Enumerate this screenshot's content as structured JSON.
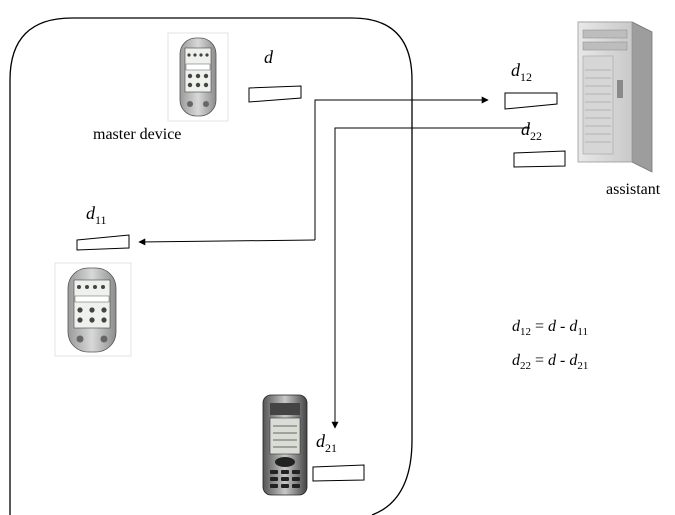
{
  "devices": {
    "master_label": "master device",
    "assistant_label": "assistant"
  },
  "blocks": {
    "master": {
      "symbol": "d",
      "sub": ""
    },
    "assistant_top": {
      "symbol": "d",
      "sub": "12"
    },
    "assistant_bottom": {
      "symbol": "d",
      "sub": "22"
    },
    "pda": {
      "symbol": "d",
      "sub": "11"
    },
    "phone": {
      "symbol": "d",
      "sub": "21"
    }
  },
  "equations": [
    {
      "lhs_sym": "d",
      "lhs_sub": "12",
      "mid": " = ",
      "a_sym": "d",
      "minus": " - ",
      "b_sym": "d",
      "b_sub": "11"
    },
    {
      "lhs_sym": "d",
      "lhs_sub": "22",
      "mid": " = ",
      "a_sym": "d",
      "minus": " - ",
      "b_sym": "d",
      "b_sub": "21"
    }
  ]
}
